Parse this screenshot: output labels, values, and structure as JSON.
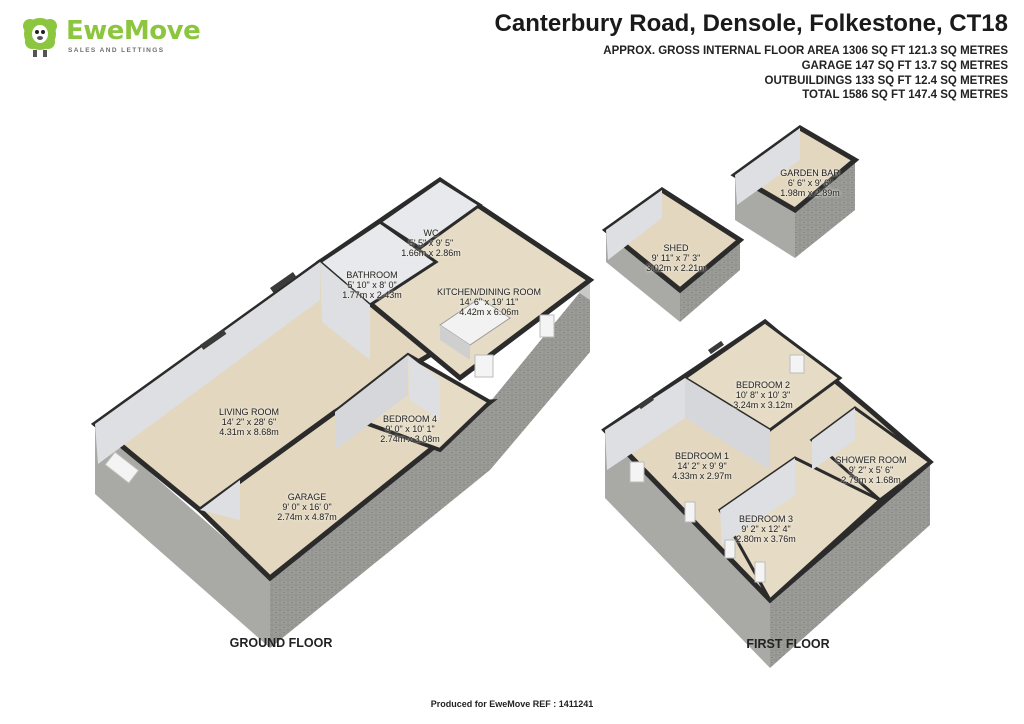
{
  "brand": {
    "name": "EweMove",
    "tagline": "SALES AND LETTINGS",
    "color": "#8cc63f"
  },
  "header": {
    "title": "Canterbury Road, Densole, Folkestone, CT18",
    "areas": [
      "APPROX. GROSS INTERNAL FLOOR AREA 1306 SQ FT 121.3 SQ METRES",
      "GARAGE 147 SQ FT 13.7 SQ METRES",
      "OUTBUILDINGS 133 SQ FT 12.4 SQ METRES",
      "TOTAL 1586 SQ FT 147.4 SQ METRES"
    ]
  },
  "floors": {
    "ground": "GROUND FLOOR",
    "first": "FIRST FLOOR"
  },
  "rooms": [
    {
      "name": "WC",
      "imperial": "5' 5\" x 9' 5\"",
      "metric": "1.66m x 2.86m"
    },
    {
      "name": "BATHROOM",
      "imperial": "5' 10\" x 8' 0\"",
      "metric": "1.77m x 2.43m"
    },
    {
      "name": "KITCHEN/DINING ROOM",
      "imperial": "14' 6\" x 19' 11\"",
      "metric": "4.42m x 6.06m"
    },
    {
      "name": "LIVING ROOM",
      "imperial": "14' 2\" x 28' 6\"",
      "metric": "4.31m x 8.68m"
    },
    {
      "name": "BEDROOM 4",
      "imperial": "9' 0\" x 10' 1\"",
      "metric": "2.74m x 3.08m"
    },
    {
      "name": "GARAGE",
      "imperial": "9' 0\" x 16' 0\"",
      "metric": "2.74m x 4.87m"
    },
    {
      "name": "SHED",
      "imperial": "9' 11\" x 7' 3\"",
      "metric": "3.02m x 2.21m"
    },
    {
      "name": "GARDEN BAR",
      "imperial": "6' 6\" x 9' 6\"",
      "metric": "1.98m x 2.89m"
    },
    {
      "name": "BEDROOM 2",
      "imperial": "10' 8\" x 10' 3\"",
      "metric": "3.24m x 3.12m"
    },
    {
      "name": "BEDROOM 1",
      "imperial": "14' 2\" x 9' 9\"",
      "metric": "4.33m x 2.97m"
    },
    {
      "name": "SHOWER ROOM",
      "imperial": "9' 2\" x 5' 6\"",
      "metric": "2.79m x 1.68m"
    },
    {
      "name": "BEDROOM 3",
      "imperial": "9' 2\" x 12' 4\"",
      "metric": "2.80m x 3.76m"
    }
  ],
  "footer": {
    "text": "Produced for EweMove   REF : 1411241"
  },
  "colors": {
    "floor": "#e3d7bf",
    "wall_top": "#2b2b2b",
    "wall_face": "#8f8f8c",
    "interior_wall": "#dedfe2"
  }
}
